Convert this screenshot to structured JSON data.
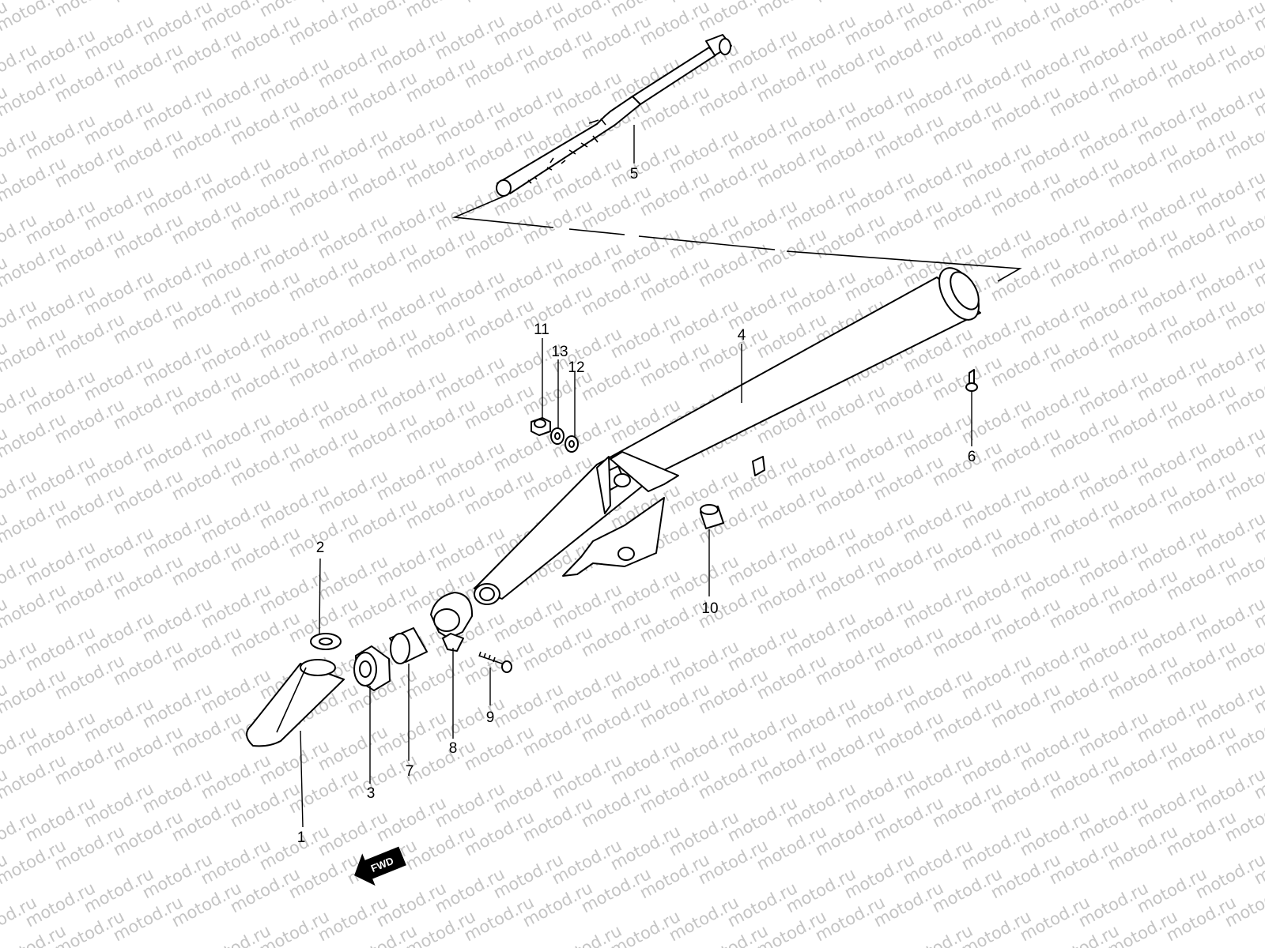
{
  "watermark": {
    "text": "motod.ru"
  },
  "callouts": {
    "p1": "1",
    "p2": "2",
    "p3": "3",
    "p4": "4",
    "p5": "5",
    "p6": "6",
    "p7": "7",
    "p8": "8",
    "p9": "9",
    "p10": "10",
    "p11": "11",
    "p12": "12",
    "p13": "13"
  },
  "direction_arrow": {
    "label": "FWD"
  }
}
